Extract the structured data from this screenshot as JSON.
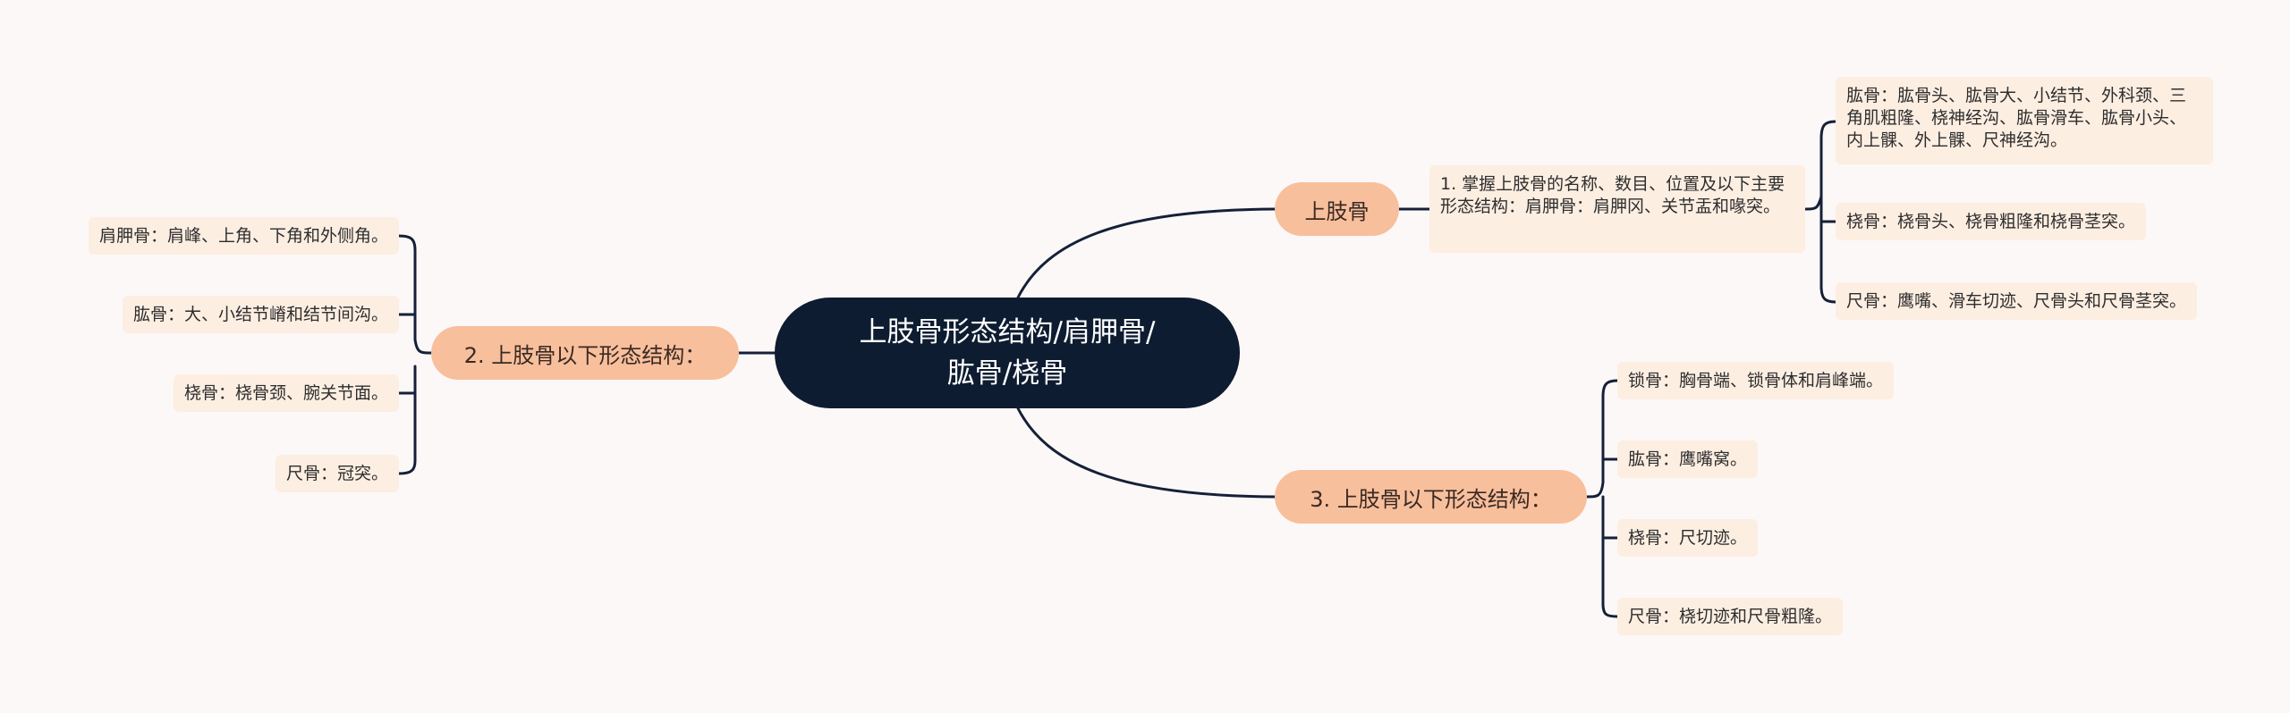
{
  "colors": {
    "background": "#fcf8f7",
    "root": "#0e1c31",
    "branch": "#f8bf9d",
    "leaf": "#fdeee2",
    "edge": "#152038"
  },
  "mindmap": {
    "root": {
      "line1": "上肢骨形态结构/肩胛骨/",
      "line2": "肱骨/桡骨"
    },
    "right_top": {
      "label": "上肢骨",
      "detail": "1. 掌握上肢骨的名称、数目、位置及以下主要形态结构：肩胛骨：肩胛冈、关节盂和喙突。",
      "children": [
        "肱骨：肱骨头、肱骨大、小结节、外科颈、三角肌粗隆、桡神经沟、肱骨滑车、肱骨小头、内上髁、外上髁、尺神经沟。",
        "桡骨：桡骨头、桡骨粗隆和桡骨茎突。",
        "尺骨：鹰嘴、滑车切迹、尺骨头和尺骨茎突。"
      ]
    },
    "right_bottom": {
      "label": "3. 上肢骨以下形态结构：",
      "children": [
        "锁骨：胸骨端、锁骨体和肩峰端。",
        "肱骨：鹰嘴窝。",
        "桡骨：尺切迹。",
        "尺骨：桡切迹和尺骨粗隆。"
      ]
    },
    "left": {
      "label": "2. 上肢骨以下形态结构：",
      "children": [
        "肩胛骨：肩峰、上角、下角和外侧角。",
        "肱骨：大、小结节嵴和结节间沟。",
        "桡骨：桡骨颈、腕关节面。",
        "尺骨：冠突。"
      ]
    }
  }
}
